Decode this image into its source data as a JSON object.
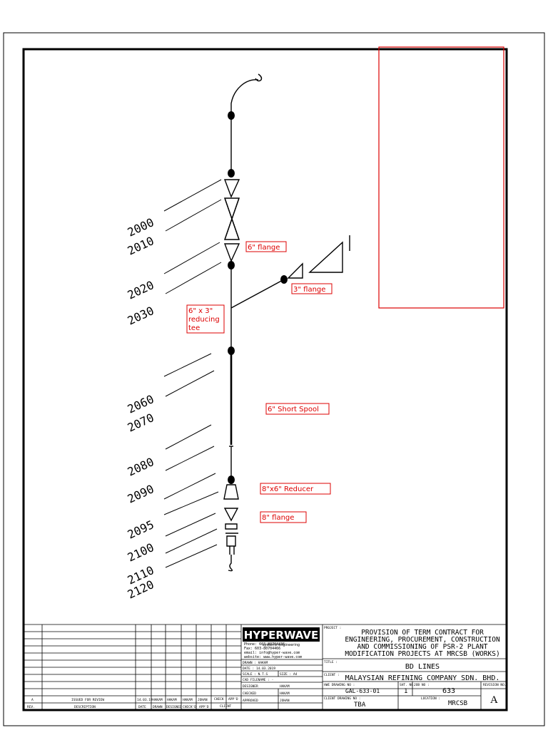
{
  "line_numbers": [
    "2000",
    "2010",
    "2020",
    "2030",
    "2060",
    "2070",
    "2080",
    "2090",
    "2095",
    "2100",
    "2110",
    "2120"
  ],
  "callouts": {
    "flange_6": "6\" flange",
    "flange_3": "3\" flange",
    "tee_line1": "6\" x 3\"",
    "tee_line2": "reducing",
    "tee_line3": "tee",
    "short_spool": "6\" Short Spool",
    "reducer": "8\"x6\" Reducer",
    "flange_8": "8\" flange"
  },
  "title_block": {
    "logo": "HYPERWAVE",
    "logo_sub": "systems engineering",
    "contact_lines": [
      "Phone: 603-80704436",
      "Fax: 603-80704466",
      "email: info@hyper-wave.com",
      "website: www.hyper-wave.com"
    ],
    "project_label": "PROJECT :",
    "project_lines": [
      "PROVISION OF TERM CONTRACT FOR",
      "ENGINEERING, PROCUREMENT, CONSTRUCTION",
      "AND COMMISSIONING OF PSR-2 PLANT",
      "MODIFICATION PROJECTS AT MRCSB (WORKS)"
    ],
    "title_label": "TITLE :",
    "title": "BD LINES",
    "client_label": "CLIENT :",
    "client": "MALAYSIAN REFINING COMPANY SDN. BHD.",
    "drawing_no_label": "HWE DRAWING NO :",
    "drawing_no": "GAL-633-01",
    "sheet_label": "SHT. NO.",
    "sheet": "1",
    "job_label": "JOB NO :",
    "job": "633",
    "revision_label": "REVISION NO.",
    "revision": "A",
    "client_drawing_label": "CLIENT DRAWING NO :",
    "client_drawing": "TBA",
    "location_label": "LOCATION :",
    "location": "MRCSB",
    "drawn": "DRAWN : HAKAM",
    "date": "DATE : 14.03.2019",
    "scale": "SCALE : N.T.S",
    "size": "SIZE : A4",
    "cad_file": "CAD FILENAME : -",
    "designer_label": "DESIGNER",
    "designer": "HAKAM",
    "checked_label": "CHECKED",
    "checked": "HAKAM",
    "approved_label": "APPROVED",
    "approved": "JOHAN",
    "check_label": "CHECK",
    "appd_label": "APP'D",
    "client_label2": "CLIENT",
    "rev_row": {
      "rev": "A",
      "desc": "ISSUED FOR REVIEW",
      "date": "14.03.19",
      "drawn": "HAKAM",
      "designed": "HAKAM",
      "checked": "HAKAM",
      "appd": "JOHAN"
    },
    "header_row": {
      "rev": "REV.",
      "desc": "DESCRIPTION",
      "date": "DATE",
      "drawn": "DRAWN",
      "designed": "DESIGNED",
      "checked": "CHECK'D",
      "appd": "APP'D"
    }
  }
}
